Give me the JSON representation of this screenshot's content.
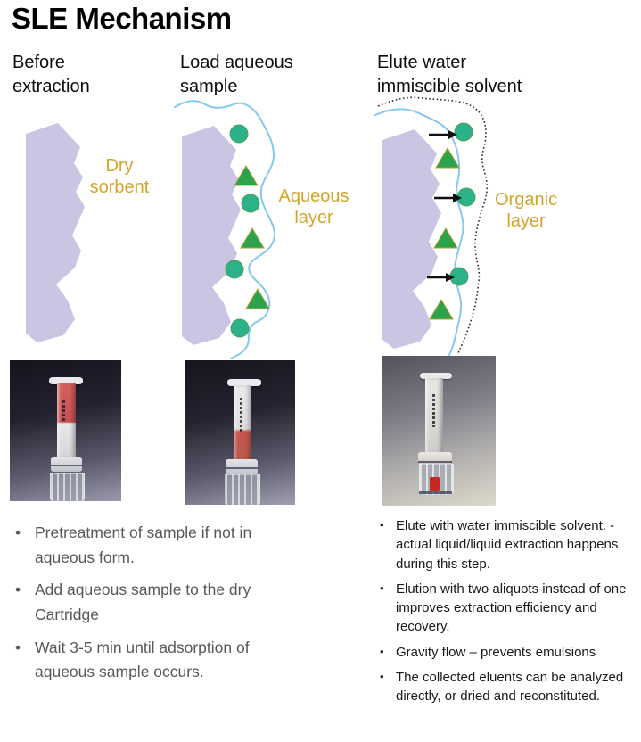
{
  "title": "SLE Mechanism",
  "columns": [
    {
      "header": "Before extraction"
    },
    {
      "header": "Load aqueous sample"
    },
    {
      "header": "Elute water immiscible solvent"
    }
  ],
  "diagram_labels": {
    "dry": "Dry sorbent",
    "aqueous": "Aqueous layer",
    "organic": "Organic layer"
  },
  "colors": {
    "sorbent": "#c9c5e3",
    "analyte_circle": "#2bb289",
    "matrix_triangle": "#2aa34c",
    "aqueous_line": "#85c9ed",
    "organic_dotted_line": "#2b2b2b",
    "label_text": "#d4a42c"
  },
  "left_bullets": {
    "items": [
      "Pretreatment of sample if not in aqueous form.",
      "Add aqueous sample to the dry Cartridge",
      "Wait 3-5 min until adsorption of aqueous sample occurs."
    ]
  },
  "right_bullets": {
    "items": [
      "Elute with water immiscible solvent. -  actual liquid/liquid extraction happens during this step.",
      "Elution with two aliquots instead of one improves extraction efficiency and recovery.",
      "Gravity flow – prevents emulsions",
      "The collected eluents can be analyzed directly, or dried and reconstituted."
    ]
  }
}
